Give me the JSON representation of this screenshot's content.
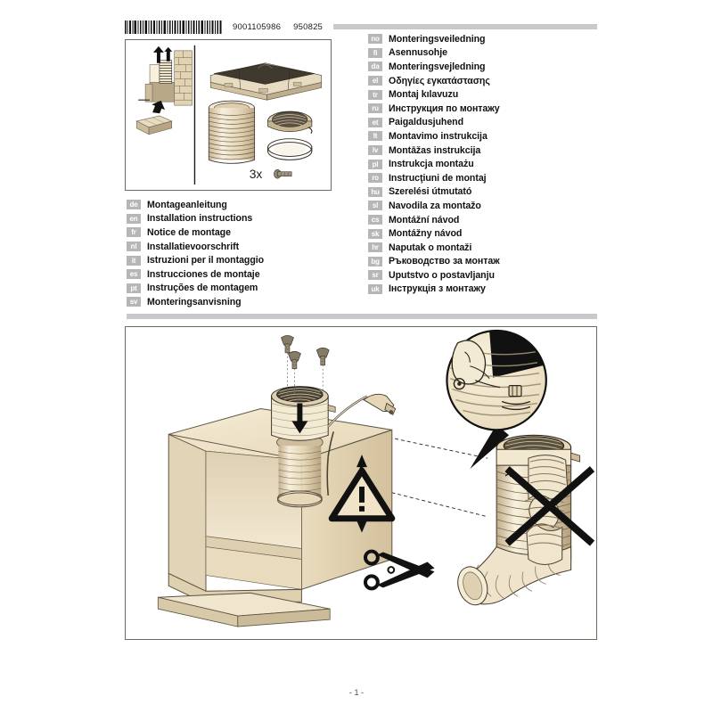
{
  "header": {
    "barcode_alt": "barcode",
    "article_number": "9001105986",
    "date_code": "950825"
  },
  "top_illustration": {
    "caption_quantity": "3x",
    "parts": [
      "chimney-hood-wall-scene",
      "filter-panel-assembly",
      "flexible-duct-hose",
      "grease-filter-grille",
      "retaining-ring",
      "screw"
    ]
  },
  "languages_left": [
    {
      "code": "de",
      "title": "Montageanleitung"
    },
    {
      "code": "en",
      "title": "Installation instructions"
    },
    {
      "code": "fr",
      "title": "Notice de montage"
    },
    {
      "code": "nl",
      "title": "Installatievoorschrift"
    },
    {
      "code": "it",
      "title": "Istruzioni per il montaggio"
    },
    {
      "code": "es",
      "title": "Instrucciones de montaje"
    },
    {
      "code": "pt",
      "title": "Instruções de montagem"
    },
    {
      "code": "sv",
      "title": "Monteringsanvisning"
    }
  ],
  "languages_right": [
    {
      "code": "no",
      "title": "Monteringsveiledning"
    },
    {
      "code": "fi",
      "title": "Asennusohje"
    },
    {
      "code": "da",
      "title": "Monteringsvejledning"
    },
    {
      "code": "el",
      "title": "Οδηγίες εγκατάστασης"
    },
    {
      "code": "tr",
      "title": "Montaj kılavuzu"
    },
    {
      "code": "ru",
      "title": "Инструкция по монтажу"
    },
    {
      "code": "et",
      "title": "Paigaldusjuhend"
    },
    {
      "code": "lt",
      "title": "Montavimo instrukcija"
    },
    {
      "code": "lv",
      "title": "Montāžas instrukcija"
    },
    {
      "code": "pl",
      "title": "Instrukcja montażu"
    },
    {
      "code": "ro",
      "title": "Instrucţiuni de montaj"
    },
    {
      "code": "hu",
      "title": "Szerelési útmutató"
    },
    {
      "code": "sl",
      "title": "Navodila za montažo"
    },
    {
      "code": "cs",
      "title": "Montážní návod"
    },
    {
      "code": "sk",
      "title": "Montážny návod"
    },
    {
      "code": "hr",
      "title": "Naputak o montaži"
    },
    {
      "code": "bg",
      "title": "Ръководство за монтаж"
    },
    {
      "code": "sr",
      "title": "Uputstvo o postavljanju"
    },
    {
      "code": "uk",
      "title": "Інструкція з монтажу"
    }
  ],
  "main_illustration": {
    "elements": [
      "cabinet-cutaway",
      "fan-motor-unit",
      "three-mounting-screws",
      "power-cord-plug",
      "detail-magnifier-circle",
      "warning-triangle",
      "dimension-arrows",
      "scissors-cut-icon",
      "flexible-duct-extended",
      "flexible-duct-compressed-crossed-out"
    ],
    "warning_symbol": "!",
    "forbidden_symbol": "X"
  },
  "footer": {
    "page_label": "- 1 -"
  },
  "colors": {
    "panel_border": "#6e6a5c",
    "grey_bar": "#c9c9c9",
    "lang_badge": "#b6b6b6",
    "paper_cream": "#f0e3c8",
    "paper_cream_dark": "#d9c7a3",
    "ink": "#111111"
  }
}
